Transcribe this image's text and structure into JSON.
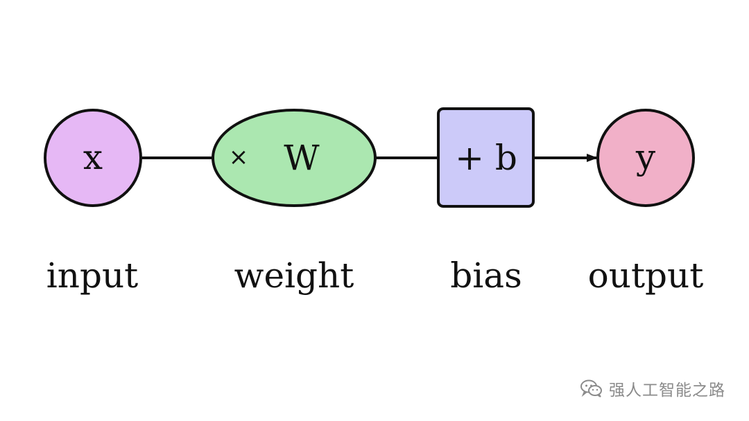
{
  "diagram": {
    "input_node": "x",
    "weight_operator": "×",
    "weight_symbol": "W",
    "bias_node": "+ b",
    "output_node": "y",
    "labels": {
      "input": "input",
      "weight": "weight",
      "bias": "bias",
      "output": "output"
    },
    "colors": {
      "input_fill": "#e6b8f5",
      "weight_fill": "#abe7b0",
      "bias_fill": "#cccaf9",
      "output_fill": "#f1b0c8",
      "stroke": "#111111"
    }
  },
  "watermark": {
    "text": "强人工智能之路",
    "icon": "wechat-icon"
  }
}
